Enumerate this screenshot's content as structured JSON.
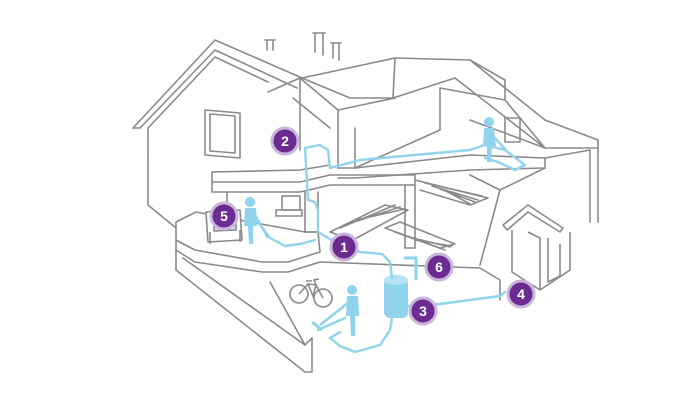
{
  "colors": {
    "outline": "#8a8a8a",
    "background": "#ffffff",
    "hose": "#8fd3ec",
    "figure": "#8fd3ec",
    "badge_fill": "#6a2c91",
    "badge_ring": "#c9b4dc",
    "badge_text": "#ffffff"
  },
  "markers": [
    {
      "id": "marker-1",
      "label": "1"
    },
    {
      "id": "marker-2",
      "label": "2"
    },
    {
      "id": "marker-3",
      "label": "3"
    },
    {
      "id": "marker-4",
      "label": "4"
    },
    {
      "id": "marker-5",
      "label": "5"
    },
    {
      "id": "marker-6",
      "label": "6"
    }
  ],
  "icons": [
    "person-vacuuming-icon",
    "armchair-icon",
    "bicycle-icon",
    "central-vacuum-unit-icon",
    "television-icon",
    "staircase-icon",
    "doghouse-icon"
  ]
}
